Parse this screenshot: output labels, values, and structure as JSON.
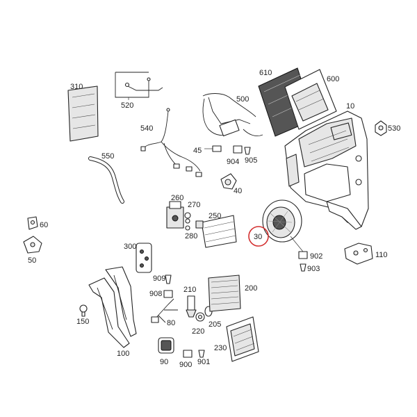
{
  "callouts": {
    "p310": "310",
    "p520": "520",
    "p610": "610",
    "p600": "600",
    "p500": "500",
    "p10": "10",
    "p530": "530",
    "p540": "540",
    "p550": "550",
    "p45": "45",
    "p904a": "904",
    "p905": "905",
    "p40": "40",
    "p260": "260",
    "p270": "270",
    "p250": "250",
    "p280": "280",
    "p60": "60",
    "p50": "50",
    "p300": "300",
    "p30": "30",
    "p902": "902",
    "p903": "903",
    "p110": "110",
    "p909": "909",
    "p908": "908",
    "p210": "210",
    "p200": "200",
    "p80": "80",
    "p220": "220",
    "p205": "205",
    "p150": "150",
    "p100": "100",
    "p230": "230",
    "p90": "90",
    "p900": "900",
    "p901": "901"
  },
  "highlight": {
    "part": "30",
    "color": "#d32f2f"
  }
}
